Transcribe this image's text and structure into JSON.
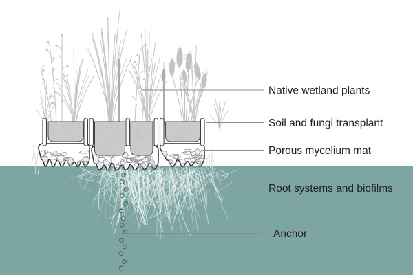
{
  "figure": {
    "description": "Cross-section diagram of a floating treatment wetland module",
    "labels": [
      {
        "id": "native-wetland-plants",
        "text": "Native wetland plants"
      },
      {
        "id": "soil-and-fungi-transplant",
        "text": "Soil and fungi transplant"
      },
      {
        "id": "porous-mycelium-mat",
        "text": "Porous mycelium mat"
      },
      {
        "id": "root-systems-and-biofilms",
        "text": "Root systems and biofilms"
      },
      {
        "id": "anchor",
        "text": "Anchor"
      }
    ]
  },
  "colors": {
    "water": "#7da6a3",
    "label_text": "#232020",
    "label_line": "#8c8c8c",
    "plant_gray": "#c6c6c6",
    "soil_gray": "#cacaca",
    "outline_dark": "#3a3a3a",
    "roots_white": "#f1f8f6",
    "chain_gray": "#4d5f5e"
  }
}
